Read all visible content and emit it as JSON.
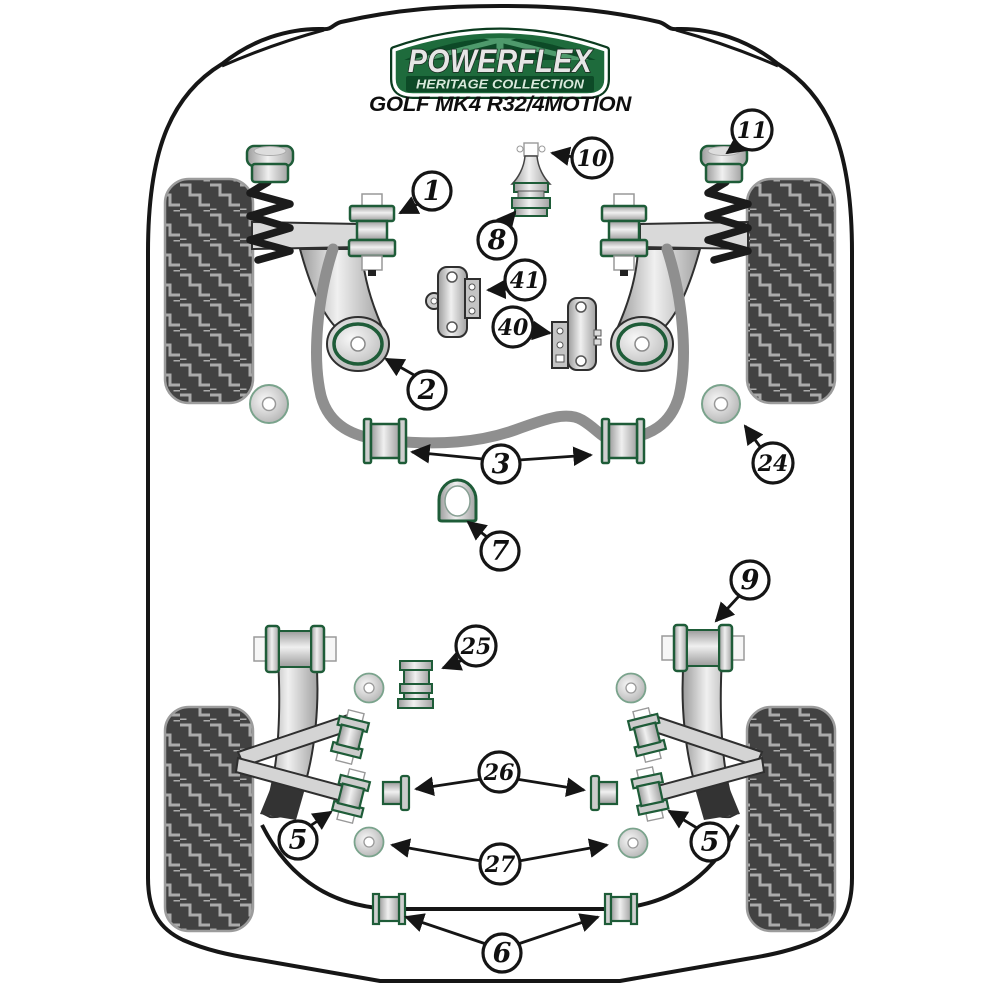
{
  "header": {
    "brand": "POWERFLEX",
    "collection": "HERITAGE COLLECTION",
    "model": "GOLF MK4 R32/4MOTION"
  },
  "colors": {
    "badge_green": "#1E6B3C",
    "badge_dark_green": "#0D4A27",
    "part_outline_green": "#1E5C38",
    "metal_gray": "#CFCFCF",
    "tire_gray": "#424242",
    "tread_gray": "#ABABAB",
    "line_black": "#161616",
    "arb_gray": "#8F8F8F"
  },
  "callouts": [
    {
      "number": "1"
    },
    {
      "number": "2"
    },
    {
      "number": "3"
    },
    {
      "number": "5"
    },
    {
      "number": "5"
    },
    {
      "number": "6"
    },
    {
      "number": "7"
    },
    {
      "number": "8"
    },
    {
      "number": "9"
    },
    {
      "number": "10"
    },
    {
      "number": "11"
    },
    {
      "number": "24"
    },
    {
      "number": "25"
    },
    {
      "number": "26"
    },
    {
      "number": "27"
    },
    {
      "number": "40"
    },
    {
      "number": "41"
    }
  ]
}
